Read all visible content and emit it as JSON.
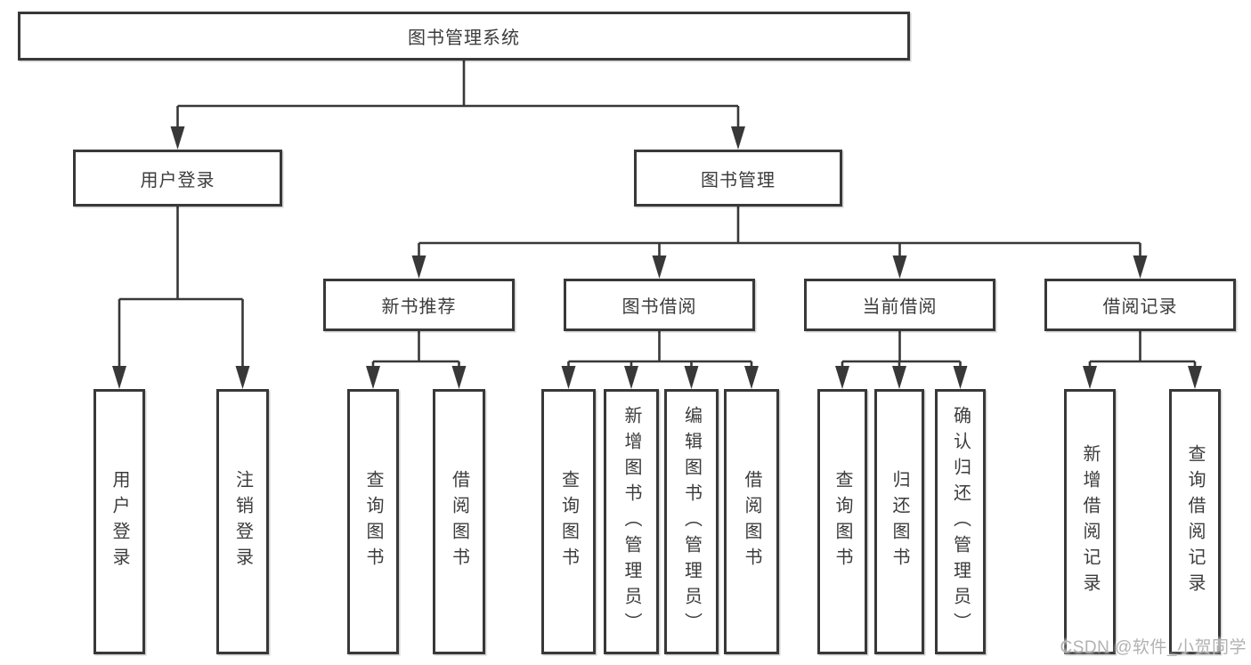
{
  "watermark": "CSDN @软件_小贺同学",
  "colors": {
    "line": "#383838",
    "text": "#3c3c3c",
    "box_background": "#ffffff",
    "watermark": "#b2b2b2"
  },
  "tree": {
    "root": "图书管理系统",
    "children": [
      {
        "label": "用户登录",
        "children": [
          "用户登录",
          "注销登录"
        ]
      },
      {
        "label": "图书管理",
        "children": [
          {
            "label": "新书推荐",
            "children": [
              "查询图书",
              "借阅图书"
            ]
          },
          {
            "label": "图书借阅",
            "children": [
              "查询图书",
              "新增图书（管理员）",
              "编辑图书（管理员）",
              "借阅图书"
            ]
          },
          {
            "label": "当前借阅",
            "children": [
              "查询图书",
              "归还图书",
              "确认归还（管理员）"
            ]
          },
          {
            "label": "借阅记录",
            "children": [
              "新增借阅记录",
              "查询借阅记录"
            ]
          }
        ]
      }
    ]
  }
}
